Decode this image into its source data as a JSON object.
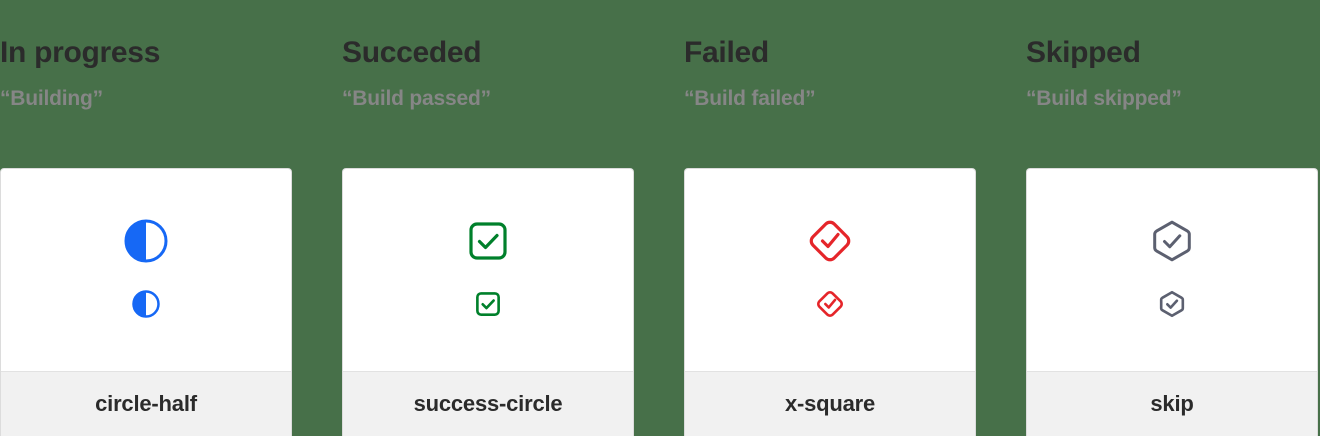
{
  "background_color": "#477049",
  "columns": [
    {
      "heading": "In progress",
      "subheading": "“Building”",
      "icon_name": "circle-half",
      "icon_label": "circle-half",
      "color": "#1668f5"
    },
    {
      "heading": "Succeded",
      "subheading": "“Build passed”",
      "icon_name": "success-circle",
      "icon_label": "success-circle",
      "color": "#00802b"
    },
    {
      "heading": "Failed",
      "subheading": "“Build failed”",
      "icon_name": "x-square",
      "icon_label": "x-square",
      "color": "#e5252a"
    },
    {
      "heading": "Skipped",
      "subheading": "“Build skipped”",
      "icon_name": "skip",
      "icon_label": "skip",
      "color": "#5c6070"
    }
  ]
}
